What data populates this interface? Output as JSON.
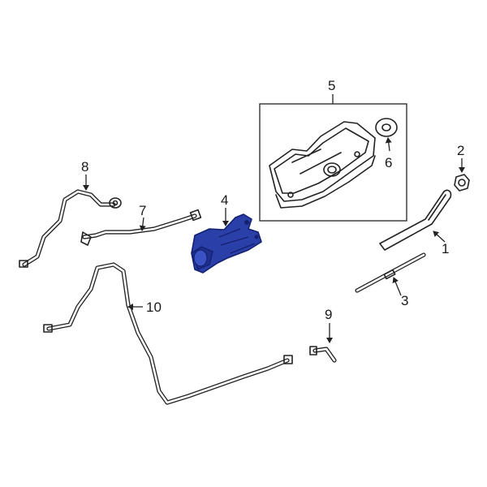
{
  "diagram": {
    "callouts": [
      "1",
      "2",
      "3",
      "4",
      "5",
      "6",
      "7",
      "8",
      "9",
      "10"
    ],
    "colors": {
      "line": "#222222",
      "highlight": "#2b3fa8",
      "highlight_dark": "#142170",
      "background": "#ffffff"
    }
  }
}
